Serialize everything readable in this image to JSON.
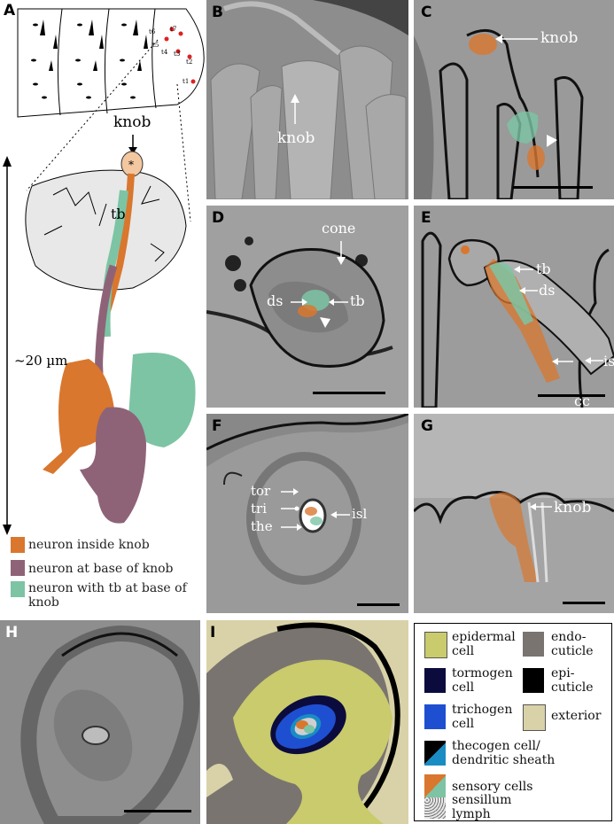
{
  "panels": {
    "A": {
      "label": "A"
    },
    "B": {
      "label": "B"
    },
    "C": {
      "label": "C"
    },
    "D": {
      "label": "D"
    },
    "E": {
      "label": "E"
    },
    "F": {
      "label": "F"
    },
    "G": {
      "label": "G"
    },
    "H": {
      "label": "H"
    },
    "I": {
      "label": "I"
    }
  },
  "panel_a": {
    "knob": "knob",
    "tb": "tb",
    "scale": "~20 µm",
    "sensilla": [
      "t6",
      "t7",
      "t5",
      "t4",
      "t3",
      "t2",
      "t1"
    ]
  },
  "annotations": {
    "b_knob": "knob",
    "c_knob": "knob",
    "d_cone": "cone",
    "d_ds": "ds",
    "d_tb": "tb",
    "e_tb": "tb",
    "e_ds": "ds",
    "e_isl": "isl",
    "e_cc": "cc",
    "f_tor": "tor",
    "f_tri": "tri",
    "f_the": "the",
    "f_isl": "isl",
    "g_knob": "knob"
  },
  "neuron_legend": [
    {
      "label": "neuron inside knob",
      "color": "#d9772e"
    },
    {
      "label": "neuron at base of knob",
      "color": "#8e6378"
    },
    {
      "label": "neuron with tb at base of knob",
      "color": "#7cc4a4"
    }
  ],
  "cell_legend": [
    {
      "label": "epidermal cell",
      "color": "#c9cb6c"
    },
    {
      "label": "tormogen cell",
      "color": "#0b0c3d"
    },
    {
      "label": "trichogen cell",
      "color": "#1f4fd1"
    },
    {
      "label": "thecogen cell/ dendritic sheath",
      "color": "#000000",
      "color2": "#1a8cc4"
    },
    {
      "label": "sensory cells",
      "color": "#d9772e",
      "color2": "#7cc4a4"
    },
    {
      "label": "sensillum lymph",
      "color": "#cfcfcf"
    },
    {
      "label": "endo-cuticle",
      "color": "#7a7470"
    },
    {
      "label": "epi-cuticle",
      "color": "#000000"
    },
    {
      "label": "exterior",
      "color": "#d9d2a8"
    }
  ]
}
